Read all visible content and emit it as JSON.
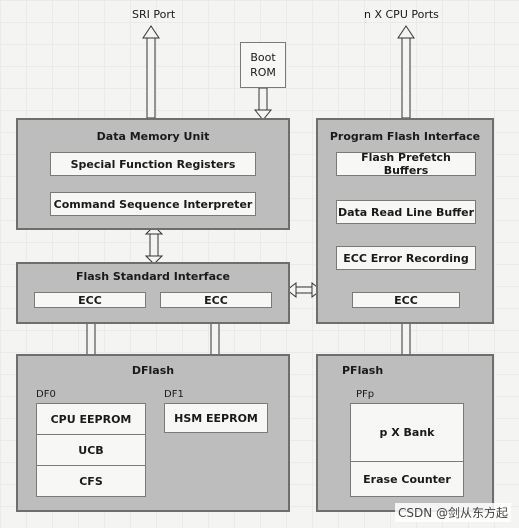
{
  "ports": {
    "sri": "SRI Port",
    "cpu": "n X CPU Ports"
  },
  "boot_rom": {
    "line1": "Boot",
    "line2": "ROM"
  },
  "data_memory_unit": {
    "title": "Data Memory Unit",
    "items": [
      "Special Function Registers",
      "Command Sequence Interpreter"
    ]
  },
  "program_flash_interface": {
    "title": "Program Flash Interface",
    "items": [
      "Flash Prefetch Buffers",
      "Data Read Line Buffer",
      "ECC Error Recording"
    ],
    "ecc": "ECC"
  },
  "flash_standard_interface": {
    "title": "Flash Standard Interface",
    "ecc_left": "ECC",
    "ecc_right": "ECC"
  },
  "dflash": {
    "title": "DFlash",
    "df0": {
      "label": "DF0",
      "items": [
        "CPU EEPROM",
        "UCB",
        "CFS"
      ]
    },
    "df1": {
      "label": "DF1",
      "item": "HSM EEPROM"
    }
  },
  "pflash": {
    "title": "PFlash",
    "pfp": {
      "label": "PFp",
      "bank": "p X Bank",
      "erase": "Erase Counter"
    }
  },
  "watermark": "CSDN @剑从东方起",
  "colors": {
    "block_fill": "#bdbdbd",
    "block_border": "#6e6e6e",
    "inner_fill": "#f7f7f5"
  }
}
